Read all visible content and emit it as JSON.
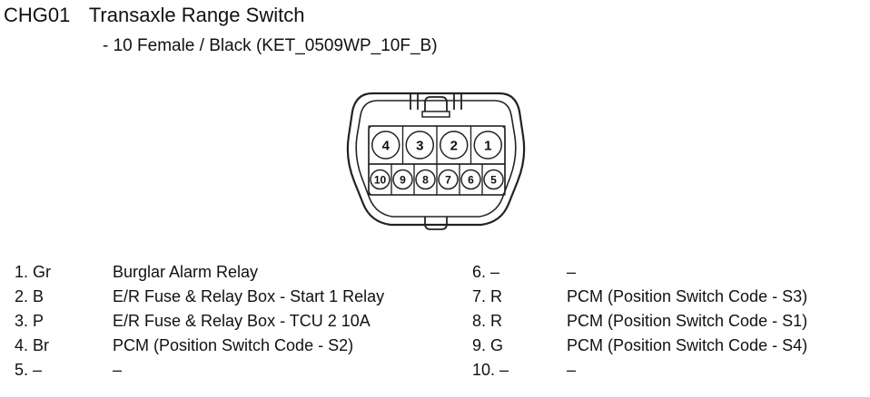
{
  "header": {
    "code": "CHG01",
    "name": "Transaxle Range Switch",
    "subtitle": "- 10 Female / Black (KET_0509WP_10F_B)"
  },
  "connector": {
    "top_row_pins": [
      "4",
      "3",
      "2",
      "1"
    ],
    "bottom_row_pins": [
      "10",
      "9",
      "8",
      "7",
      "6",
      "5"
    ]
  },
  "pins_left": [
    {
      "num": "1. Gr",
      "func": "Burglar Alarm Relay"
    },
    {
      "num": "2. B",
      "func": "E/R Fuse & Relay Box - Start 1 Relay"
    },
    {
      "num": "3. P",
      "func": "E/R Fuse & Relay Box - TCU 2 10A"
    },
    {
      "num": "4. Br",
      "func": "PCM (Position Switch Code - S2)"
    },
    {
      "num": "5. –",
      "func": "–"
    }
  ],
  "pins_right": [
    {
      "num": "6. –",
      "func": "–"
    },
    {
      "num": "7. R",
      "func": "PCM (Position Switch Code - S3)"
    },
    {
      "num": "8. R",
      "func": "PCM (Position Switch Code - S1)"
    },
    {
      "num": "9. G",
      "func": "PCM (Position Switch Code - S4)"
    },
    {
      "num": "10. –",
      "func": "–"
    }
  ]
}
